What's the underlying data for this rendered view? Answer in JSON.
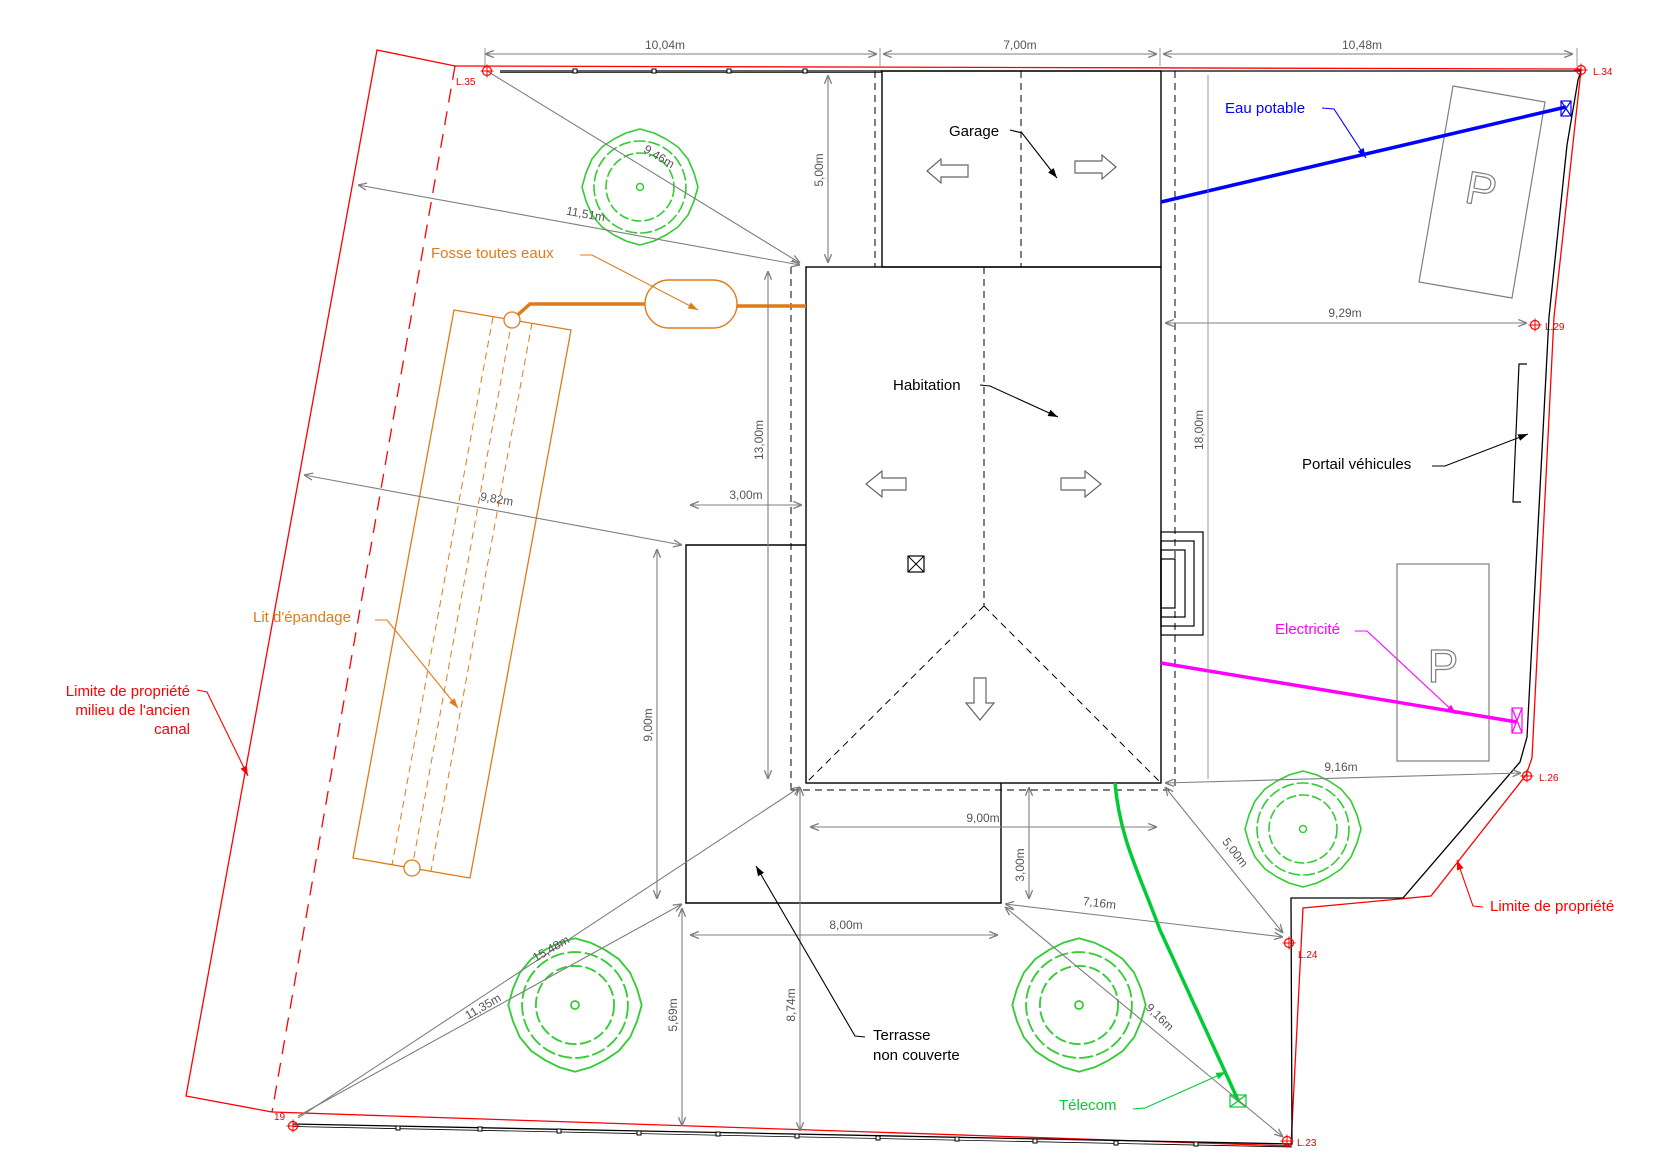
{
  "colors": {
    "property": "#ff0000",
    "water": "#0000ff",
    "electricity": "#ff00ff",
    "telecom": "#00cc33",
    "sanitation": "#e07b1a",
    "trees": "#33cc33",
    "dimension": "#7f7f7f",
    "building": "#000000"
  },
  "labels": {
    "garage": "Garage",
    "habitation": "Habitation",
    "terrasse_line1": "Terrasse",
    "terrasse_line2": "non couverte",
    "fosse": "Fosse toutes eaux",
    "lit": "Lit d'épandage",
    "eau": "Eau potable",
    "electricite": "Electricité",
    "telecom": "Télecom",
    "portail": "Portail véhicules",
    "limite_canal_1": "Limite de propriété",
    "limite_canal_2": "milieu de l'ancien",
    "limite_canal_3": "canal",
    "limite": "Limite de propriété",
    "parking_1": "P",
    "parking_2": "P"
  },
  "points": {
    "l35": "L.35",
    "l34": "L.34",
    "l29": "L.29",
    "l26": "L.26",
    "l24": "L.24",
    "l23": "L.23",
    "p19": "19"
  },
  "dimensions": {
    "top_left": "10,04m",
    "top_mid": "7,00m",
    "top_right": "10,48m",
    "garage_depth": "5,00m",
    "diag_946": "9,46m",
    "diag_1151": "11,51m",
    "hab_13": "13,00m",
    "ter_3w": "3,00m",
    "diag_982": "9,82m",
    "ter_9h": "9,00m",
    "width_929": "9,29m",
    "right_18": "18,00m",
    "diag_916a": "9,16m",
    "diag_5": "5,00m",
    "width_9": "9,00m",
    "ter_3h": "3,00m",
    "diag_716": "7,16m",
    "width_8": "8,00m",
    "diag_1548": "15,48m",
    "diag_1135": "11,35m",
    "down_569": "5,69m",
    "down_874": "8,74m",
    "diag_916b": "9,16m"
  }
}
